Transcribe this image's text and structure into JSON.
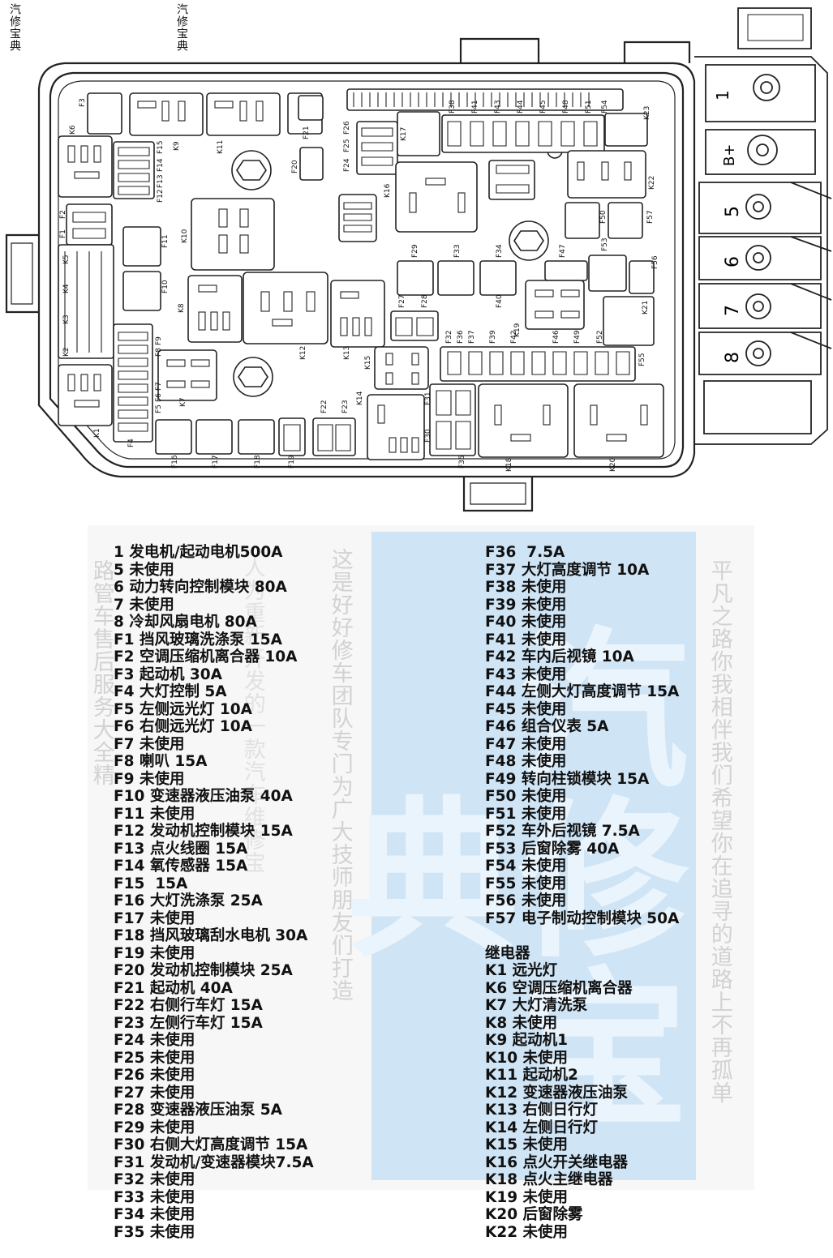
{
  "watermark_top": "汽修宝典",
  "diagram": {
    "fuse_labels": {
      "F1": "F1",
      "F2": "F2",
      "F3": "F3",
      "F4": "F4",
      "F5": "F5",
      "F6": "F6",
      "F7": "F7",
      "F8": "F8",
      "F9": "F9",
      "F10": "F10",
      "F11": "F11",
      "F12": "F12",
      "F13": "F13",
      "F14": "F14",
      "F15": "F15",
      "F16": "F16",
      "F17": "F17",
      "F18": "F18",
      "F19": "F19",
      "F20": "F20",
      "F21": "F21",
      "F22": "F22",
      "F23": "F23",
      "F24": "F24",
      "F25": "F25",
      "F26": "F26",
      "F27": "F27",
      "F28": "F28",
      "F29": "F29",
      "F30": "F30",
      "F31": "F31",
      "F32": "F32",
      "F33": "F33",
      "F34": "F34",
      "F35": "F35",
      "F36": "F36",
      "F37": "F37",
      "F38": "F38",
      "F39": "F39",
      "F40": "F40",
      "F41": "F41",
      "F42": "F42",
      "F43": "F43",
      "F44": "F44",
      "F45": "F45",
      "F46": "F46",
      "F47": "F47",
      "F48": "F48",
      "F49": "F49",
      "F50": "F50",
      "F51": "F51",
      "F52": "F52",
      "F53": "F53",
      "F54": "F54",
      "F55": "F55",
      "F56": "F56",
      "F57": "F57"
    },
    "relay_labels": {
      "K1": "K1",
      "K2": "K2",
      "K3": "K3",
      "K4": "K4",
      "K5": "K5",
      "K6": "K6",
      "K7": "K7",
      "K8": "K8",
      "K9": "K9",
      "K10": "K10",
      "K11": "K11",
      "K12": "K12",
      "K13": "K13",
      "K14": "K14",
      "K15": "K15",
      "K16": "K16",
      "K17": "K17",
      "K18": "K18",
      "K19": "K19",
      "K20": "K20",
      "K21": "K21",
      "K22": "K22",
      "K23": "K23"
    },
    "terminal_labels": {
      "t1": "1",
      "tb": "B+",
      "t5": "5",
      "t6": "6",
      "t7": "7",
      "t8": "8"
    }
  },
  "legend_left": [
    "1 发电机/起动电机500A",
    "5 未使用",
    "6 动力转向控制模块 80A",
    "7 未使用",
    "8 冷却风扇电机 80A",
    "F1 挡风玻璃洗涤泵 15A",
    "F2 空调压缩机离合器 10A",
    "F3 起动机 30A",
    "F4 大灯控制 5A",
    "F5 左侧远光灯 10A",
    "F6 右侧远光灯 10A",
    "F7 未使用",
    "F8 喇叭 15A",
    "F9 未使用",
    "F10 变速器液压油泵 40A",
    "F11 未使用",
    "F12 发动机控制模块 15A",
    "F13 点火线圈 15A",
    "F14 氧传感器 15A",
    "F15  15A",
    "F16 大灯洗涤泵 25A",
    "F17 未使用",
    "F18 挡风玻璃刮水电机 30A",
    "F19 未使用",
    "F20 发动机控制模块 25A",
    "F21 起动机 40A",
    "F22 右侧行车灯 15A",
    "F23 左侧行车灯 15A",
    "F24 未使用",
    "F25 未使用",
    "F26 未使用",
    "F27 未使用",
    "F28 变速器液压油泵 5A",
    "F29 未使用",
    "F30 右侧大灯高度调节 15A",
    "F31 发动机/变速器模块7.5A",
    "F32 未使用",
    "F33 未使用",
    "F34 未使用",
    "F35 未使用"
  ],
  "legend_right_fuses": [
    "F36  7.5A",
    "F37 大灯高度调节 10A",
    "F38 未使用",
    "F39 未使用",
    "F40 未使用",
    "F41 未使用",
    "F42 车内后视镜 10A",
    "F43 未使用",
    "F44 左侧大灯高度调节 15A",
    "F45 未使用",
    "F46 组合仪表 5A",
    "F47 未使用",
    "F48 未使用",
    "F49 转向柱锁模块 15A",
    "F50 未使用",
    "F51 未使用",
    "F52 车外后视镜 7.5A",
    "F53 后窗除雾 40A",
    "F54 未使用",
    "F55 未使用",
    "F56 未使用",
    "F57 电子制动控制模块 50A"
  ],
  "relay_heading": "继电器",
  "legend_right_relays": [
    "K1 远光灯",
    "K6 空调压缩机离合器",
    "K7 大灯清洗泵",
    "K8 未使用",
    "K9 起动机1",
    "K10 未使用",
    "K11 起动机2",
    "K12 变速器液压油泵",
    "K13 右侧日行灯",
    "K14 左侧日行灯",
    "K15 未使用",
    "K16 点火开关继电器",
    "K18 点火主继电器",
    "K19 未使用",
    "K20 后窗除雾",
    "K22 未使用"
  ],
  "watermarks": {
    "col_a": "这是好好修车团队专门为广大技师朋友们打造",
    "col_b": "人为重新开发的一款汽车维修宝",
    "col_c": "路管车售后服务大全精",
    "col_d": "平凡之路你我相伴我们希望你在追寻的道路上不再孤单",
    "band": "汽修宝典"
  },
  "colors": {
    "band": "#cfe4f5",
    "panel": "#f7f7f7",
    "text": "#111111"
  }
}
